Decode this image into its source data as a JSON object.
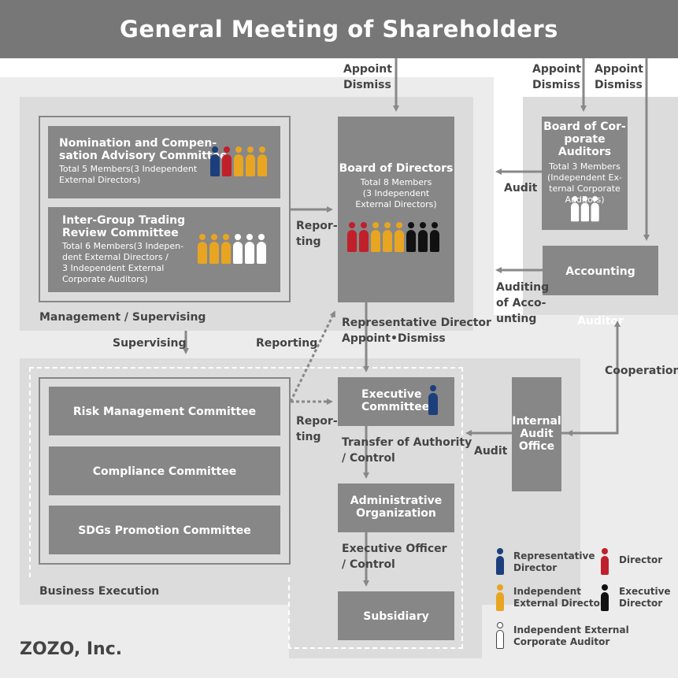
{
  "header": {
    "title": "General Meeting of Shareholders"
  },
  "labels": {
    "appoint_dismiss_1": "Appoint\nDismiss",
    "appoint_dismiss_2": "Appoint\nDismiss",
    "appoint_dismiss_3": "Appoint\nDismiss",
    "audit_1": "Audit",
    "auditing_of_accounting": "Auditing\nof Acco-\nunting",
    "reporting_1": "Repor-\nting",
    "reporting_2": "Reporting",
    "reporting_3": "Repor-\nting",
    "supervising": "Supervising",
    "rep_director_appoint": "Representative Director\nAppoint•Dismiss",
    "transfer_authority": "Transfer of Authority\n/ Control",
    "executive_officer": "Executive Officer\n/ Control",
    "audit_2": "Audit",
    "cooperation": "Cooperation",
    "management_supervising": "Management / Supervising",
    "business_execution": "Business Execution"
  },
  "boxes": {
    "nomination": {
      "title": "Nomination and Compen-\nsation Advisory Committee",
      "sub": "Total 5 Members(3 Independent\nExternal Directors)",
      "people": [
        "rep",
        "dir",
        "ind",
        "ind",
        "ind"
      ]
    },
    "intergroup": {
      "title": "Inter-Group Trading\nReview Committee",
      "sub": "Total 6 Members(3 Indepen-\ndent External Directors /\n3 Independent External\nCorporate Auditors)",
      "people": [
        "ind",
        "ind",
        "ind",
        "aud",
        "aud",
        "aud"
      ]
    },
    "board_directors": {
      "title": "Board of Directors",
      "sub": "Total 8 Members\n(3 Independent\nExternal Directors)",
      "people": [
        "dir",
        "dir",
        "ind",
        "ind",
        "ind",
        "exe",
        "exe",
        "exe"
      ]
    },
    "board_auditors": {
      "title": "Board of Cor-\nporate Auditors",
      "sub": "Total 3 Members\n(Independent Ex-\nternal Corporate\nAuditors)",
      "people": [
        "aud",
        "aud",
        "aud"
      ]
    },
    "accounting_auditor": {
      "title": "Accounting Auditor"
    },
    "risk": {
      "title": "Risk Management Committee"
    },
    "compliance": {
      "title": "Compliance Committee"
    },
    "sdgs": {
      "title": "SDGs Promotion Committee"
    },
    "executive_committee": {
      "title": "Executive\nCommittee",
      "people": [
        "rep"
      ]
    },
    "internal_audit": {
      "title": "Internal\nAudit\nOffice"
    },
    "admin_org": {
      "title": "Administrative\nOrganization"
    },
    "subsidiary": {
      "title": "Subsidiary"
    }
  },
  "legend": {
    "rep": "Representative\nDirector",
    "dir": "Director",
    "ind": "Independent\nExternal Director",
    "exe": "Executive\nDirector",
    "aud": "Independent External\nCorporate Auditor"
  },
  "colors": {
    "rep": "#1c3f7c",
    "dir": "#c0202a",
    "ind": "#e8a521",
    "exe": "#111111",
    "aud": "#ffffff",
    "box": "#878787",
    "header": "#777777"
  },
  "footer": {
    "company": "ZOZO, Inc."
  }
}
